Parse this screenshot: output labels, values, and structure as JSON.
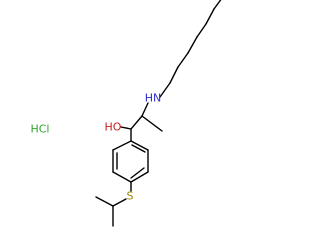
{
  "molecule": {
    "atom_labels": {
      "nitrogen": "HN",
      "hydroxyl": "HO",
      "sulfur": "S",
      "salt": "HCl"
    },
    "colors": {
      "bond": "#000000",
      "nitrogen": "#2b2bd0",
      "oxygen": "#d02020",
      "sulfur": "#a08a00",
      "hydrochloride": "#2ea52e"
    }
  }
}
